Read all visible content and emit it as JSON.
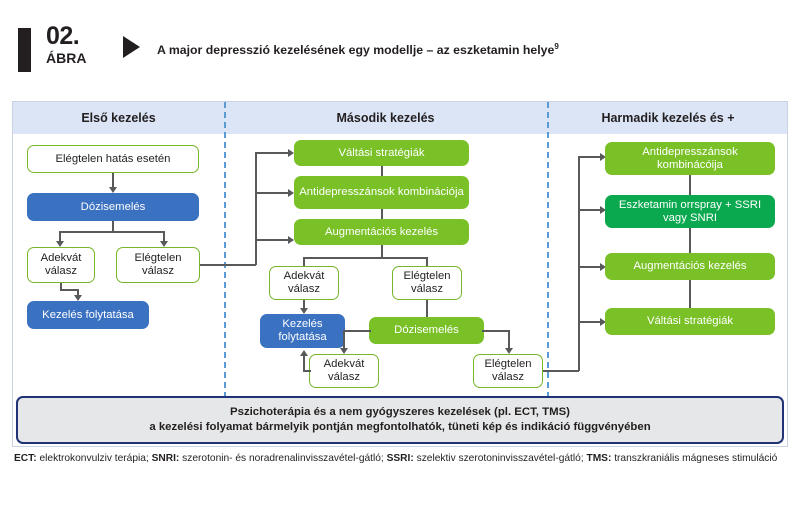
{
  "figure": {
    "number": "02.",
    "sublabel": "ÁBRA",
    "title": "A major depresszió kezelésének egy modellje – az eszketamin helye",
    "title_superscript": "9"
  },
  "colors": {
    "blue_box": "#3a71c0",
    "green_box": "#7ac128",
    "dark_green_box": "#0aa84f",
    "header_band": "#dbe5f6",
    "divider": "#5b9bd5",
    "banner_border": "#1f3377",
    "banner_fill": "#e6e7e8",
    "connector": "#58595b"
  },
  "columns": [
    {
      "header": "Első kezelés"
    },
    {
      "header": "Második kezelés"
    },
    {
      "header": "Harmadik kezelés és +"
    }
  ],
  "col1": {
    "n1": "Elégtelen hatás esetén",
    "n2": "Dózisemelés",
    "n3": "Adekvát válasz",
    "n4": "Elégtelen válasz",
    "n5": "Kezelés folytatása"
  },
  "col2": {
    "n1": "Váltási stratégiák",
    "n2": "Antidepresszánsok kombinációja",
    "n3": "Augmentációs kezelés",
    "n4": "Adekvát válasz",
    "n5": "Elégtelen válasz",
    "n6": "Kezelés folytatása",
    "n7": "Dózisemelés",
    "n8": "Adekvát válasz",
    "n9": "Elégtelen válasz"
  },
  "col3": {
    "n1": "Antidepresszánsok kombinácóija",
    "n2": "Eszketamin orrspray + SSRI vagy SNRI",
    "n3": "Augmentációs kezelés",
    "n4": "Váltási stratégiák"
  },
  "banner": {
    "line1": "Pszichoterápia és a nem gyógyszeres kezelések (pl.  ECT, TMS)",
    "line2": "a kezelési folyamat bármelyik pontján megfontolhatók, tüneti kép és indikáció függvényében"
  },
  "footnote": {
    "ect_key": "ECT:",
    "ect_val": " elektrokonvulziv terápia; ",
    "snri_key": "SNRI:",
    "snri_val": " szerotonin- és noradrenalinvisszavétel-gátló; ",
    "ssri_key": "SSRI:",
    "ssri_val": " szelektiv szerotoninvisszavétel-gátló; ",
    "tms_key": "TMS:",
    "tms_val": " transzkraniális mágneses stimuláció"
  }
}
